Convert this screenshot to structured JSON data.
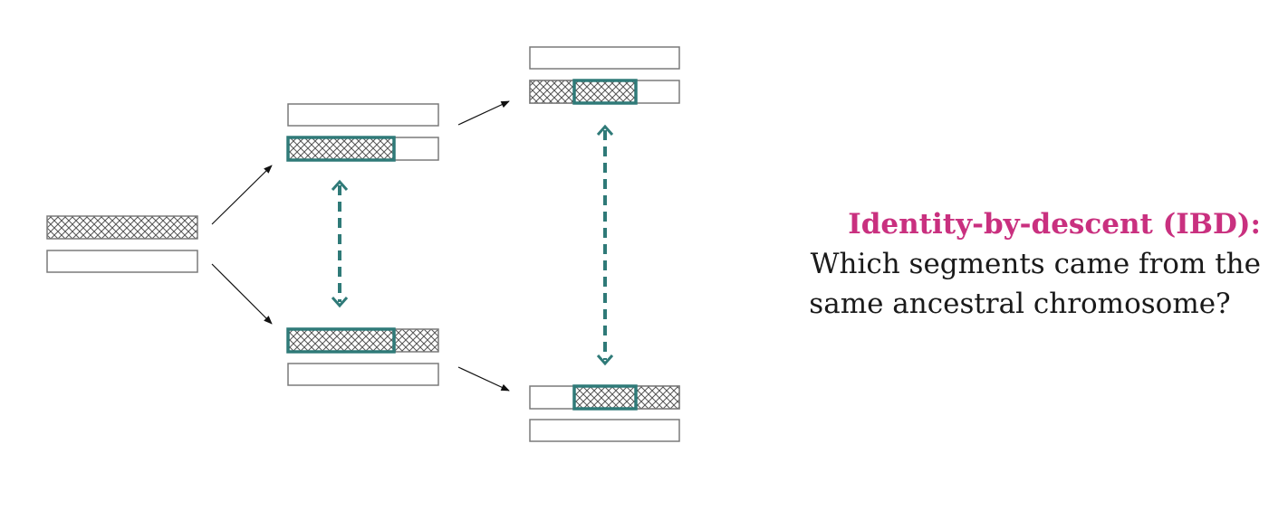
{
  "colors": {
    "heading": "#c9307f",
    "ibd_highlight": "#2f7a78",
    "outline": "#7a7a7a",
    "arrow": "#111111",
    "hatch": "#555555"
  },
  "caption": {
    "heading": "Identity-by-descent (IBD):",
    "line1": "Which segments came from the",
    "line2": "same ancestral chromosome?"
  },
  "icons": {
    "hatch_fill": "crosshatch-pattern",
    "arrow": "arrow-icon",
    "ibd_link": "dashed-double-arrow-icon"
  }
}
